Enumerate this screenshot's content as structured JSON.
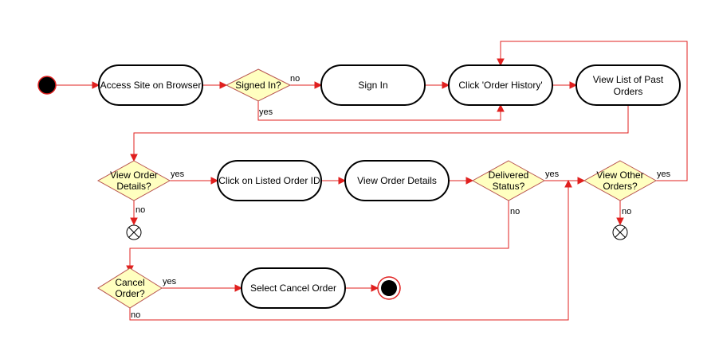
{
  "colors": {
    "edge": "#e0201f",
    "decision_fill": "#ffffc0",
    "decision_stroke": "#b85450",
    "node_stroke": "#000000"
  },
  "nodes": {
    "access_site": "Access Site on Browser",
    "signed_in": "Signed In?",
    "sign_in": "Sign In",
    "click_order_history": "Click 'Order History'",
    "view_past_orders_1": "View List of Past",
    "view_past_orders_2": "Orders",
    "view_order_details_q_1": "View Order",
    "view_order_details_q_2": "Details?",
    "click_listed_order": "Click on Listed Order ID",
    "view_order_details": "View Order Details",
    "delivered_status_1": "Delivered",
    "delivered_status_2": "Status?",
    "view_other_orders_1": "View Other",
    "view_other_orders_2": "Orders?",
    "cancel_order_q_1": "Cancel",
    "cancel_order_q_2": "Order?",
    "select_cancel_order": "Select Cancel Order"
  },
  "edge_labels": {
    "signed_in_no": "no",
    "signed_in_yes": "yes",
    "view_details_yes": "yes",
    "view_details_no": "no",
    "delivered_yes": "yes",
    "delivered_no": "no",
    "other_orders_yes": "yes",
    "other_orders_no": "no",
    "cancel_yes": "yes",
    "cancel_no": "no"
  }
}
